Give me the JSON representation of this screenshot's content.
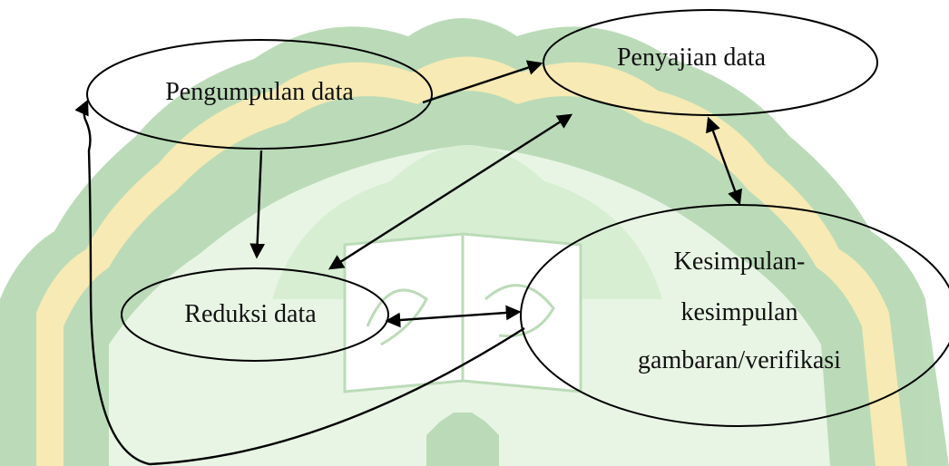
{
  "diagram": {
    "nodes": {
      "pengumpulan": {
        "label": "Pengumpulan data"
      },
      "penyajian": {
        "label": "Penyajian data"
      },
      "reduksi": {
        "label": "Reduksi data"
      },
      "kesimpulan": {
        "lines": [
          "Kesimpulan-",
          "kesimpulan",
          "gambaran/verifikasi"
        ]
      }
    },
    "edges": [
      {
        "from": "pengumpulan",
        "to": "penyajian",
        "direction": "forward"
      },
      {
        "from": "pengumpulan",
        "to": "reduksi",
        "direction": "forward"
      },
      {
        "from": "reduksi",
        "to": "penyajian",
        "direction": "both"
      },
      {
        "from": "penyajian",
        "to": "kesimpulan",
        "direction": "both"
      },
      {
        "from": "reduksi",
        "to": "kesimpulan",
        "direction": "both"
      },
      {
        "from": "kesimpulan",
        "to": "pengumpulan",
        "direction": "forward"
      }
    ]
  },
  "colors": {
    "watermark_green": "#3f9a36",
    "watermark_yellow": "#e9c62a",
    "watermark_light_green": "#bfe3b4",
    "stroke": "#000000",
    "text": "#111111"
  }
}
